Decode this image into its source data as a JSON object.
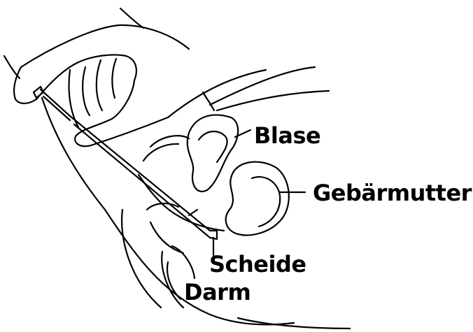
{
  "labels": {
    "bladder": "Blase",
    "uterus": "Gebärmutter",
    "vagina": "Scheide",
    "bowel": "Darm"
  },
  "colors": {
    "line": "#000000",
    "background": "#ffffff"
  }
}
